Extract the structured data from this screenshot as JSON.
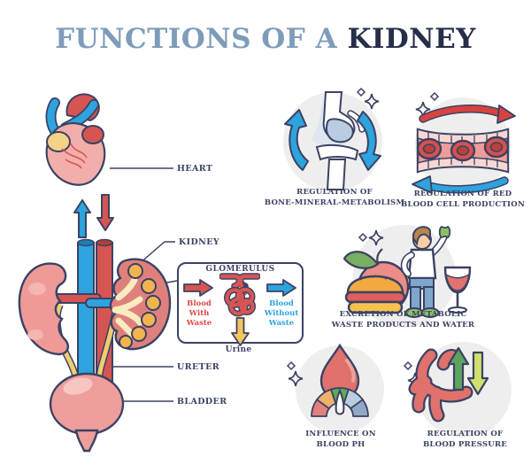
{
  "title": {
    "prefix": "FUNCTIONS OF A ",
    "highlight": "KIDNEY"
  },
  "anatomy": {
    "heart_label": "HEART",
    "kidney_label": "KIDNEY",
    "ureter_label": "URETER",
    "bladder_label": "BLADDER"
  },
  "glomerulus_box": {
    "title": "GLOMERULUS",
    "in_label": "Blood With Waste",
    "out_label": "Blood Without Waste",
    "urine_label": "Urine"
  },
  "functions": [
    {
      "icon": "joint-bone-icon",
      "line1": "REGULATION OF",
      "line2": "BONE-MINERAL-METABOLISM"
    },
    {
      "icon": "blood-vessel-cells-icon",
      "line1": "REGULATION OF RED",
      "line2": "BLOOD CELL PRODUCTION"
    },
    {
      "icon": "person-food-water-icon",
      "line1": "EXCRETION OF METABOLIC",
      "line2": "WASTE PRODUCTS AND WATER"
    },
    {
      "icon": "ph-gauge-droplet-icon",
      "line1": "INFLUENCE ON",
      "line2": "BLOOD PH"
    },
    {
      "icon": "artery-arrows-icon",
      "line1": "REGULATION OF",
      "line2": "BLOOD PRESSURE"
    }
  ],
  "colors": {
    "title_light": "#7e9cba",
    "title_dark": "#272e4a",
    "outline_navy": "#3b4264",
    "red": "#d65552",
    "blue": "#2ea3dd",
    "yellow": "#f4c55f",
    "pink": "#f2aeab",
    "icon_bg": "#efeeee",
    "green": "#5fa360",
    "light_green": "#cfe06f",
    "blood_text_red": "#e04745",
    "blood_text_blue": "#2ba3de"
  }
}
